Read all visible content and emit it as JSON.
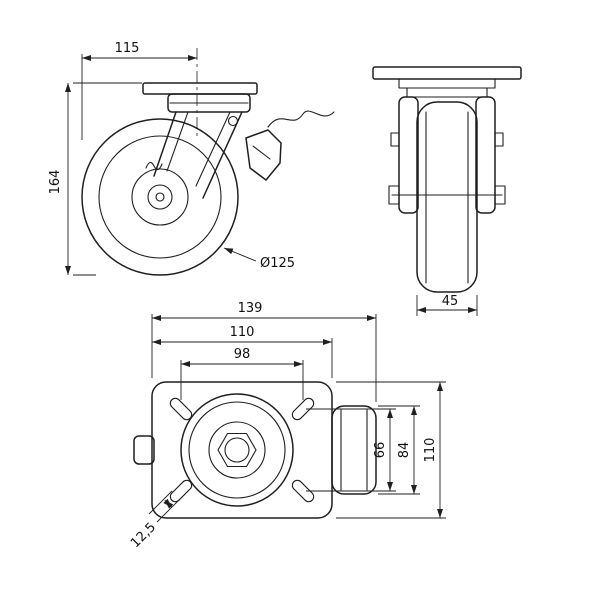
{
  "colors": {
    "line": "#1f1f1f",
    "background": "#ffffff"
  },
  "views": {
    "side": {
      "dim_plate_offset": "115",
      "dim_overall_height": "164",
      "dim_wheel_diameter": "Ø125"
    },
    "front": {
      "dim_wheel_width": "45"
    },
    "top": {
      "dim_overall_length": "139",
      "dim_plate_length": "110",
      "dim_bolt_spacing_length": "98",
      "dim_bolt_spacing_width": "66",
      "dim_body_width": "84",
      "dim_plate_width": "110",
      "dim_slot_width": "12,5"
    }
  }
}
